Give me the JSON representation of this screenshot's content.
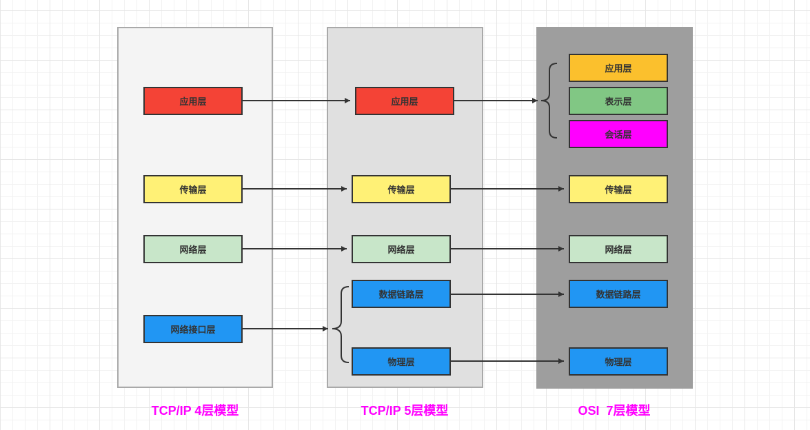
{
  "colors": {
    "application": "#f44336",
    "transport": "#fff176",
    "network": "#c8e6c9",
    "link": "#2196f3",
    "osi_application": "#fbc02d",
    "osi_presentation": "#81c784",
    "osi_session": "#ff00ff",
    "title": "#ff00ff"
  },
  "models": [
    {
      "title": "TCP/IP 4层模型",
      "layers": [
        "应用层",
        "传输层",
        "网络层",
        "网络接口层"
      ]
    },
    {
      "title": "TCP/IP 5层模型",
      "layers": [
        "应用层",
        "传输层",
        "网络层",
        "数据链路层",
        "物理层"
      ]
    },
    {
      "title": "OSI  7层模型",
      "layers": [
        "应用层",
        "表示层",
        "会话层",
        "传输层",
        "网络层",
        "数据链路层",
        "物理层"
      ]
    }
  ],
  "mappings": [
    {
      "from": "TCP/IP 4层模型 应用层",
      "to": "TCP/IP 5层模型 应用层"
    },
    {
      "from": "TCP/IP 4层模型 传输层",
      "to": "TCP/IP 5层模型 传输层"
    },
    {
      "from": "TCP/IP 4层模型 网络层",
      "to": "TCP/IP 5层模型 网络层"
    },
    {
      "from": "TCP/IP 4层模型 网络接口层",
      "to": [
        "TCP/IP 5层模型 数据链路层",
        "TCP/IP 5层模型 物理层"
      ]
    },
    {
      "from": "TCP/IP 5层模型 应用层",
      "to": [
        "OSI 应用层",
        "OSI 表示层",
        "OSI 会话层"
      ]
    },
    {
      "from": "TCP/IP 5层模型 传输层",
      "to": "OSI 传输层"
    },
    {
      "from": "TCP/IP 5层模型 网络层",
      "to": "OSI 网络层"
    },
    {
      "from": "TCP/IP 5层模型 数据链路层",
      "to": "OSI 数据链路层"
    },
    {
      "from": "TCP/IP 5层模型 物理层",
      "to": "OSI 物理层"
    }
  ]
}
